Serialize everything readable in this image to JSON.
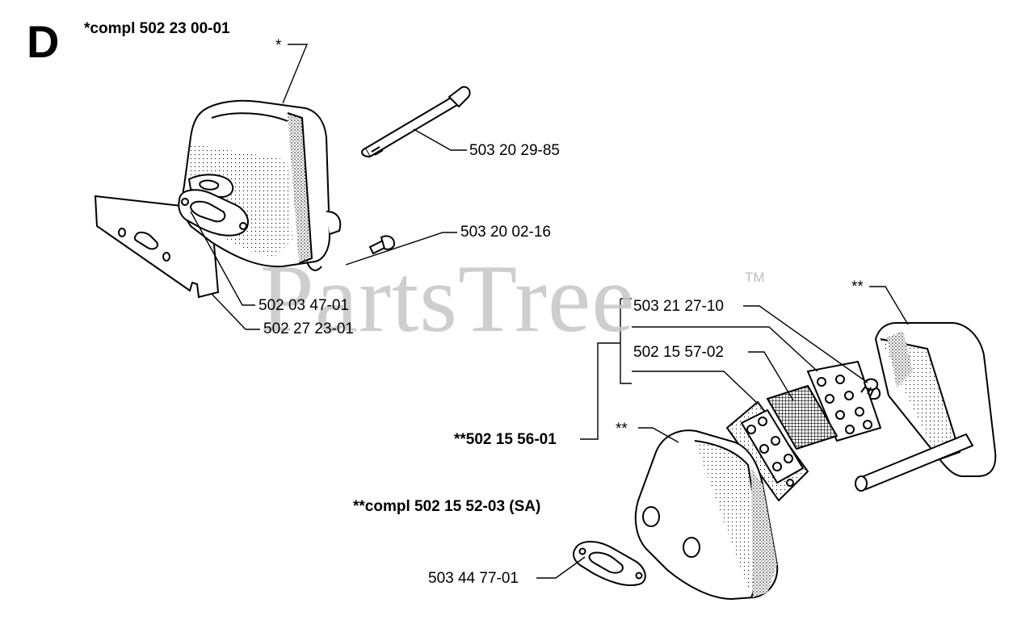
{
  "section_letter": "D",
  "watermark": "PartsTree",
  "watermark_tm": "TM",
  "labels": {
    "compl_upper": "*compl 502 23 00-01",
    "star_upper": "*",
    "bolt": "503 20 29-85",
    "screw": "503 20 02-16",
    "gasket_upper": "502 03 47-01",
    "plate_upper": "502 27 23-01",
    "star2_right": "**",
    "screw_right": "503 21 27-10",
    "screen": "502 15 57-02",
    "kit": "**502 15 56-01",
    "star2_lower": "**",
    "compl_lower": "**compl 502 15 52-03 (SA)",
    "gasket_lower": "503 44 77-01"
  },
  "colors": {
    "ink": "#000000",
    "watermark": "#c6c6c6",
    "background": "#ffffff"
  }
}
